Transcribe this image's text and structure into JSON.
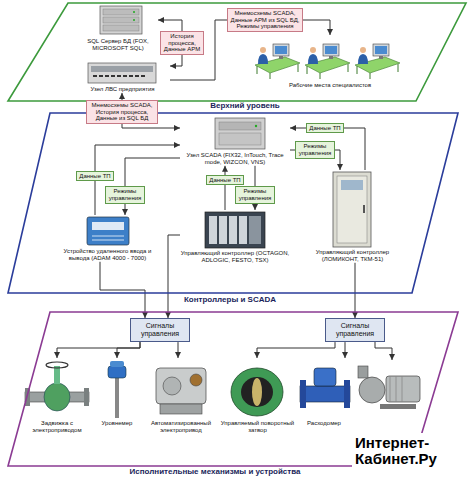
{
  "diagram": {
    "nodes": [
      {
        "text": [
          "Верхний уровень"
        ]
      },
      {
        "text": [
          "SQL Сервер БД (FOX, MICROSOFT SQL)"
        ],
        "in": 0
      },
      {
        "text": [
          "Узел ЛВС предприятия"
        ],
        "in": 0
      },
      {
        "text": [
          "Рабочие места специалистов"
        ],
        "in": 0
      },
      {
        "text": [
          "Контроллеры и SCADA"
        ]
      },
      {
        "text": [
          "Узел SCADA (FIX32, InTouch, Trace mode, WIZCON, VNS)"
        ],
        "in": 4
      },
      {
        "text": [
          "Устройство удаленного ввода и вывода (ADAM 4000 - 7000)"
        ],
        "in": 4
      },
      {
        "text": [
          "Управляющий контроллер (OCTAGON, ADLOGIC, FESTO, TSX)"
        ],
        "in": 4
      },
      {
        "text": [
          "Управляющий контроллер (ЛОМИКОНТ, ТКМ-51)"
        ],
        "in": 4
      },
      {
        "text": [
          "Исполнительные механизмы и устройства"
        ]
      },
      {
        "text": [
          "Сигналы управления"
        ],
        "in": 9
      },
      {
        "text": [
          "Сигналы управления"
        ],
        "in": 9
      },
      {
        "text": [
          "Задвижка с электроприводом"
        ],
        "in": 9
      },
      {
        "text": [
          "Уровнемер"
        ],
        "in": 9
      },
      {
        "text": [
          "Автоматизированный электропривод"
        ],
        "in": 9
      },
      {
        "text": [
          "Управляемый поворотный затвор"
        ],
        "in": 9
      },
      {
        "text": [
          "Расходомер"
        ],
        "in": 9
      }
    ],
    "edges": [
      {
        "from": 1,
        "to": 2,
        "arrow": "both",
        "label": "История процесса, Данные АРМ"
      },
      {
        "from": 2,
        "to": 3,
        "arrow": "to",
        "label": "Мнемосхемы SCADA, Данные АРМ из SQL БД, Режимы управления"
      },
      {
        "from": 5,
        "to": 2,
        "arrow": "both",
        "label": "Мнемосхемы SCADA, История процесса, Данные из SQL БД"
      },
      {
        "from": 6,
        "to": 5,
        "arrow": "to",
        "label": "Данные ТП"
      },
      {
        "from": 5,
        "to": 6,
        "arrow": "to",
        "label": "Режимы управления"
      },
      {
        "from": 7,
        "to": 5,
        "arrow": "to",
        "label": "Данные ТП"
      },
      {
        "from": 5,
        "to": 7,
        "arrow": "to",
        "label": "Режимы управления"
      },
      {
        "from": 8,
        "to": 5,
        "arrow": "to",
        "label": "Данные ТП"
      },
      {
        "from": 5,
        "to": 8,
        "arrow": "to",
        "label": "Режимы управления"
      },
      {
        "from": 6,
        "to": 10,
        "arrow": "to"
      },
      {
        "from": 7,
        "to": 10,
        "arrow": "to"
      },
      {
        "from": 8,
        "to": 11,
        "arrow": "to"
      },
      {
        "from": 10,
        "to": 12,
        "arrow": "to"
      },
      {
        "from": 10,
        "to": 13,
        "arrow": "to"
      },
      {
        "from": 10,
        "to": 14,
        "arrow": "to"
      },
      {
        "from": 11,
        "to": 15,
        "arrow": "to"
      },
      {
        "from": 11,
        "to": 16,
        "arrow": "to"
      }
    ],
    "labels": [
      "Интернет-Кабинет.Ру"
    ]
  }
}
